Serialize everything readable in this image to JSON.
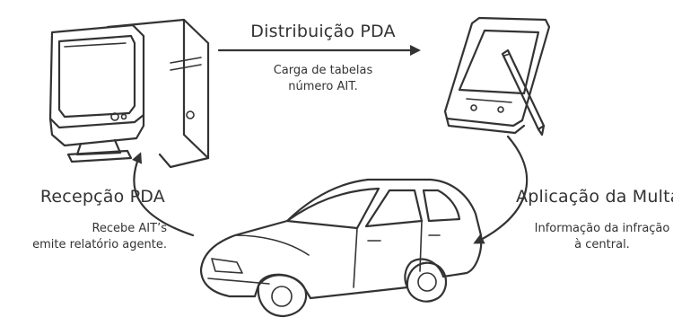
{
  "diagram": {
    "top_flow": {
      "title": "Distribuição PDA",
      "desc_line1": "Carga de tabelas",
      "desc_line2": "número AIT."
    },
    "right_flow": {
      "title": "Aplicação da Multa",
      "desc_line1": "Informação da infração",
      "desc_line2": "à central."
    },
    "left_flow": {
      "title": "Recepção PDA",
      "desc_line1": "Recebe AIT’s",
      "desc_line2": "emite relatório agente."
    },
    "nodes": {
      "computer": "desktop-computer-icon",
      "pda": "pda-stylus-icon",
      "car": "car-icon"
    },
    "colors": {
      "stroke": "#333333",
      "background": "#ffffff"
    }
  }
}
